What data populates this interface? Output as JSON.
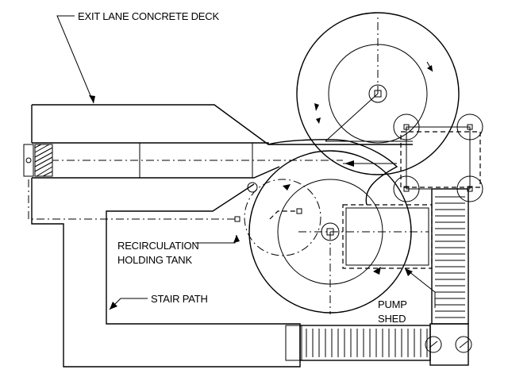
{
  "labels": {
    "exit_lane": "EXIT LANE CONCRETE DECK",
    "recirc_line1": "RECIRCULATION",
    "recirc_line2": "HOLDING TANK",
    "stair_path": "STAIR PATH",
    "pump_line1": "PUMP",
    "pump_line2": "SHED"
  },
  "colors": {
    "ink": "#000000",
    "paper": "#ffffff"
  }
}
